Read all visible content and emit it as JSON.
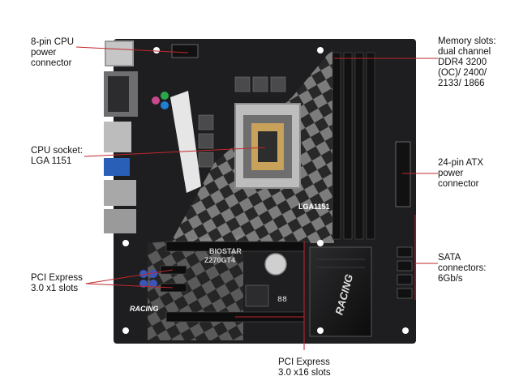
{
  "callouts": {
    "cpu_power": "8-pin CPU\npower\nconnector",
    "cpu_socket": "CPU socket:\nLGA 1151",
    "pcie_x1": "PCI Express\n3.0 x1 slots",
    "pcie_x16": "PCI Express\n3.0 x16 slots",
    "memory": "Memory slots:\ndual channel\nDDR4 3200\n(OC)/ 2400/\n2133/ 1866",
    "atx_power": "24-pin ATX\npower\nconnector",
    "sata": "SATA\nconnectors:\n6Gb/s"
  },
  "board_markings": {
    "model": "Z270GT4",
    "brand": "BIOSTAR",
    "series": "RACING",
    "socket_print": "LGA1151",
    "heatsink_logo": "RACING",
    "debug_display": "88"
  },
  "colors": {
    "pcb": "#1e1e20",
    "callout_line": "#c0272d",
    "checker_light": "#8c8c8c",
    "checker_dark": "#2a2a2a",
    "dimm": "#111111"
  }
}
